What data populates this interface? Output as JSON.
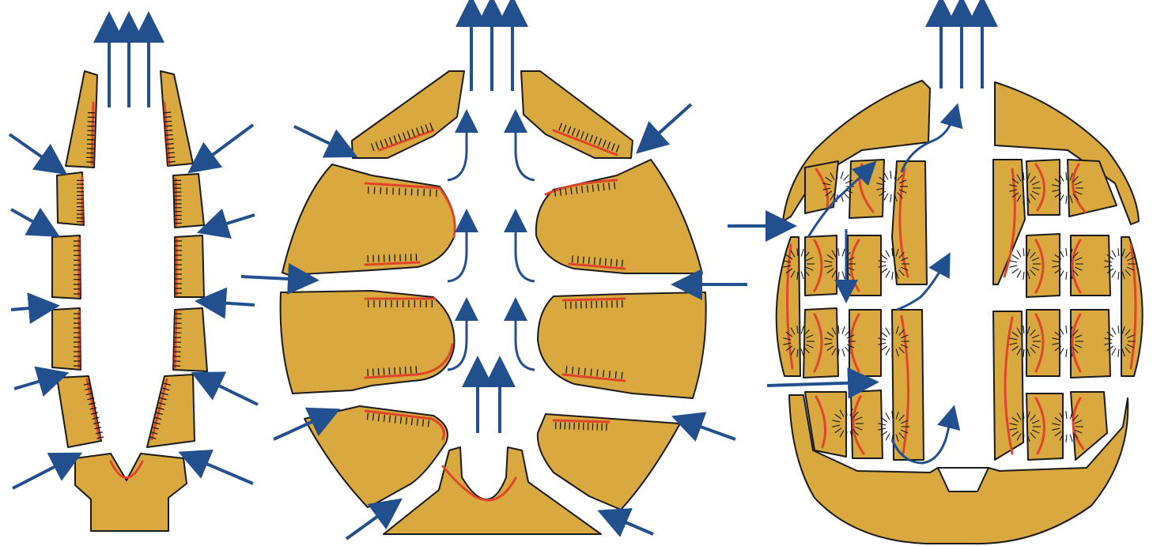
{
  "diagram": {
    "panels": [
      {
        "id": "simple",
        "label": ""
      },
      {
        "id": "intermediate",
        "label": ""
      },
      {
        "id": "complex",
        "label": ""
      }
    ]
  },
  "colors": {
    "block_fill": "#D9A93F",
    "block_stroke": "#1a1a1a",
    "lining": "#E0452B",
    "flow_arrow": "#22508F",
    "cilia": "#1a1a1a",
    "background": "#ffffff"
  },
  "icons": {
    "flow": "arrow-icon",
    "cilia": "cilia-fringe-icon"
  }
}
